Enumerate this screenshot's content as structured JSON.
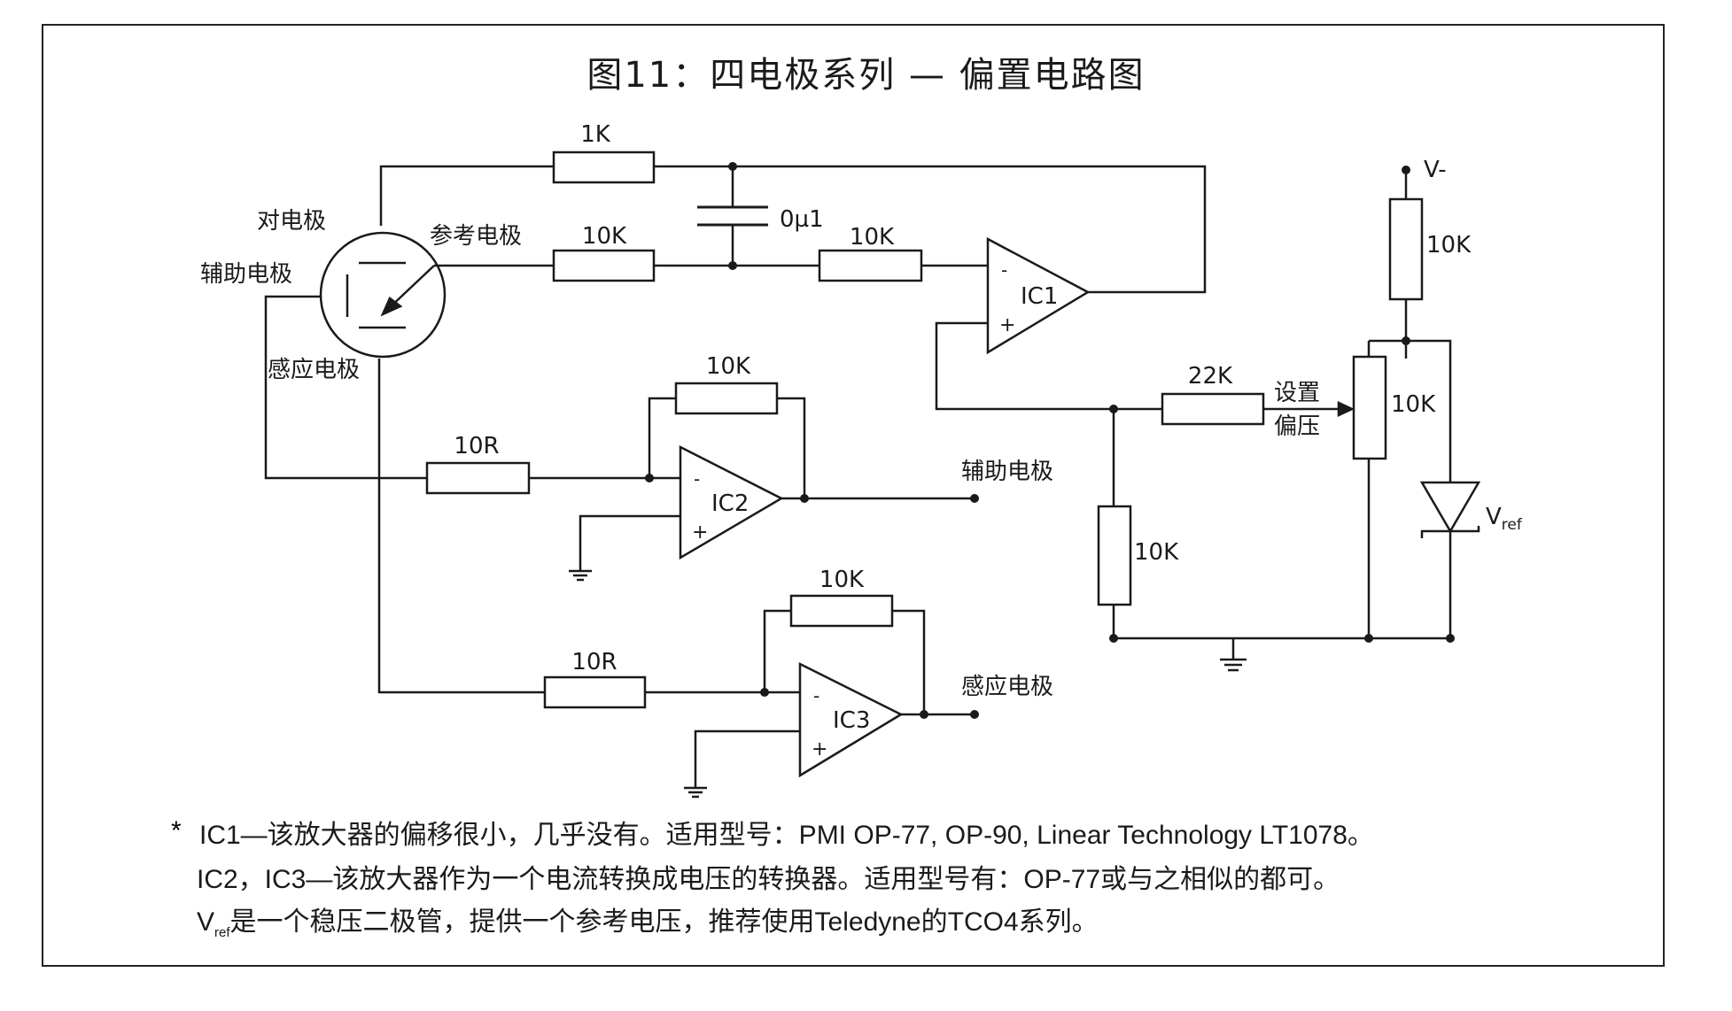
{
  "title": "图11：四电极系列 — 偏置电路图",
  "components": {
    "r1": "1K",
    "c1": "0µ1",
    "r_ref_in": "10K",
    "r_ic1_in": "10K",
    "r_ic2_fb": "10K",
    "r_ic2_in": "10R",
    "r_ic3_fb": "10K",
    "r_ic3_in": "10R",
    "r_bias": "22K",
    "r_div": "10K",
    "r_vminus": "10K",
    "pot": "10K",
    "ic1": "IC1",
    "ic2": "IC2",
    "ic3": "IC3",
    "minus": "-",
    "plus": "+",
    "vminus": "V-",
    "vref_main": "V",
    "vref_sub": "ref"
  },
  "labels": {
    "counter": "对电极",
    "aux": "辅助电极",
    "reference": "参考电极",
    "sense": "感应电极",
    "aux_out": "辅助电极",
    "sense_out": "感应电极",
    "bias1": "设置",
    "bias2": "偏压"
  },
  "notes": {
    "bullet": "*",
    "line1": "IC1—该放大器的偏移很小，几乎没有。适用型号：PMI OP-77, OP-90, Linear Technology LT1078。",
    "line2": "IC2，IC3—该放大器作为一个电流转换成电压的转换器。适用型号有：OP-77或与之相似的都可。",
    "line3_v": "V",
    "line3_sub": "ref",
    "line3_rest": "是一个稳压二极管，提供一个参考电压，推荐使用Teledyne的TCO4系列。"
  }
}
